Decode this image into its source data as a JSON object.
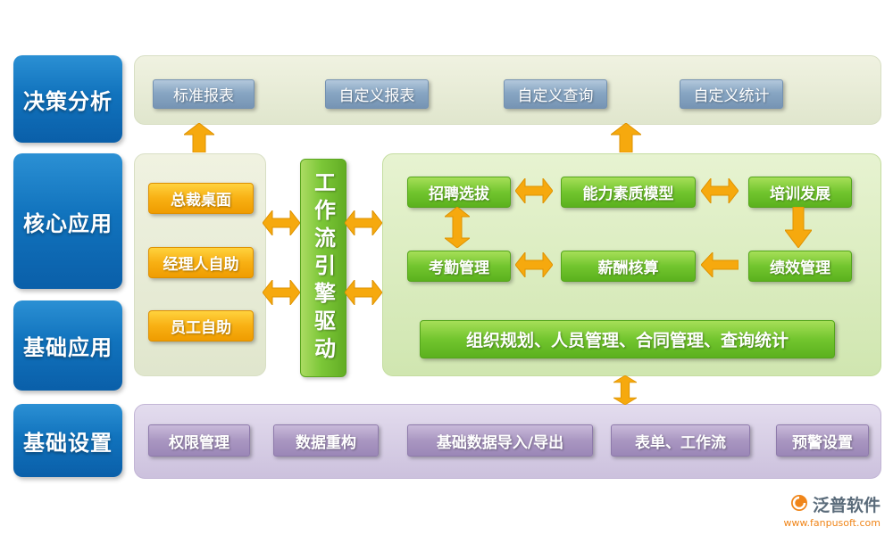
{
  "left_nav": {
    "items": [
      {
        "label": "决策分析"
      },
      {
        "label": "核心应用"
      },
      {
        "label": "基础应用"
      },
      {
        "label": "基础设置"
      }
    ]
  },
  "report_bar": {
    "buttons": [
      {
        "label": "标准报表"
      },
      {
        "label": "自定义报表"
      },
      {
        "label": "自定义查询"
      },
      {
        "label": "自定义统计"
      }
    ]
  },
  "self_service_panel": {
    "buttons": [
      {
        "label": "总裁桌面"
      },
      {
        "label": "经理人自助"
      },
      {
        "label": "员工自助"
      }
    ]
  },
  "workflow_engine": {
    "label": "工作流引擎驱动"
  },
  "hr_modules": {
    "row1": [
      {
        "label": "招聘选拔"
      },
      {
        "label": "能力素质模型"
      },
      {
        "label": "培训发展"
      }
    ],
    "row2": [
      {
        "label": "考勤管理"
      },
      {
        "label": "薪酬核算"
      },
      {
        "label": "绩效管理"
      }
    ],
    "base_bar": {
      "label": "组织规划、人员管理、合同管理、查询统计"
    }
  },
  "settings_bar": {
    "buttons": [
      {
        "label": "权限管理"
      },
      {
        "label": "数据重构"
      },
      {
        "label": "基础数据导入/导出"
      },
      {
        "label": "表单、工作流"
      },
      {
        "label": "预警设置"
      }
    ]
  },
  "branding": {
    "name": "泛普软件",
    "website": "www.fanpusoft.com"
  },
  "colors": {
    "nav_blue": "#0f6cb6",
    "button_blue_gray": "#84a2c0",
    "button_orange": "#f7a80d",
    "button_green": "#6fc32c",
    "panel_sage": "#e8ecd8",
    "panel_green": "#dcecc0",
    "panel_purple": "#d5cae4",
    "button_purple": "#a795c0",
    "arrow_orange": "#f6a90e"
  }
}
